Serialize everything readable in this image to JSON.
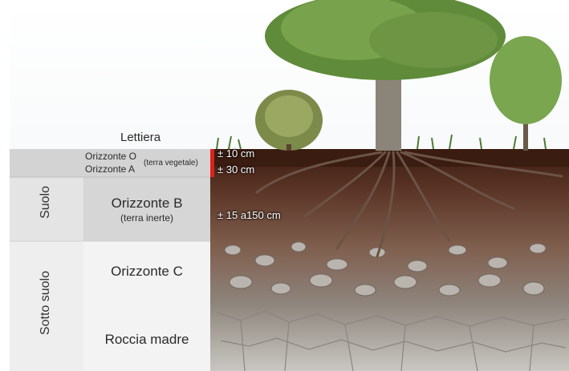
{
  "labels": {
    "lettiera": "Lettiera",
    "orizzonte_o": "Orizzonte O",
    "orizzonte_a": "Orizzonte A",
    "terra_vegetale": "(terra vegetale)",
    "orizzonte_b": "Orizzonte B",
    "terra_inerte": "(terra inerte)",
    "orizzonte_c": "Orizzonte C",
    "roccia_madre": "Roccia madre"
  },
  "side_labels": {
    "suolo": "Suolo",
    "sotto_suolo": "Sotto suolo"
  },
  "depths": {
    "o": "± 10 cm",
    "a": "± 30 cm",
    "b": "± 15 a150 cm"
  },
  "colors": {
    "litter_band": "#3a1c10",
    "topsoil": "#5a3426",
    "subsoil": "#8a6a58",
    "c_horizon": "#7d6f66",
    "bedrock": "#c9c7c2",
    "table_shade": "#d6d6d6",
    "table_light": "#efefef",
    "depth_marker": "#d8231e"
  }
}
